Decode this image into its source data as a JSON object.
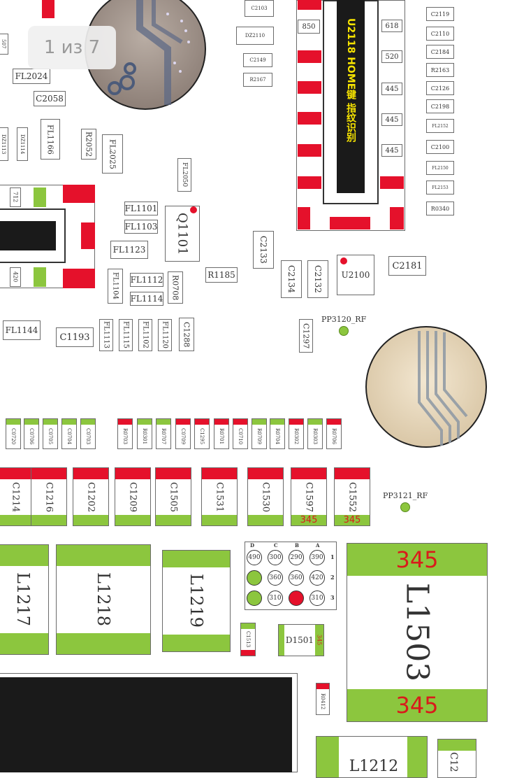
{
  "page_indicator": "1 из 7",
  "chip_u2118": {
    "label": "U2118  HOME键  指纹识别"
  },
  "u2118_pads_left": [
    "850"
  ],
  "u2118_pads_right": [
    "618",
    "520",
    "445",
    "445",
    "445"
  ],
  "top_left_partial": {
    "value": "507"
  },
  "labels": {
    "fl2024": "FL2024",
    "c2058": "C2058",
    "fl1166": "FL1166",
    "r2052": "R2052",
    "fl2025": "FL2025",
    "dz1113": "DZ1113",
    "dz1114": "DZ1114",
    "fl2050": "FL2050",
    "fl1101": "FL1101",
    "fl1103": "FL1103",
    "q1101": "Q1101",
    "fl1123": "FL1123",
    "fl1104": "FL1104",
    "fl1112": "FL1112",
    "fl1114": "FL1114",
    "r0708": "R0708",
    "r1185": "R1185",
    "c2133": "C2133",
    "c2134": "C2134",
    "c2132": "C2132",
    "u2100": "U2100",
    "c2181": "C2181",
    "fl1144": "FL1144",
    "c1193": "C1193",
    "fl1113": "FL1113",
    "fl1115": "FL1115",
    "fl1102": "FL1102",
    "fl1120": "FL1120",
    "c1288": "C1288",
    "c1297": "C1297",
    "c2103": "C2103",
    "dz2110": "DZ2110",
    "c2149": "C2149",
    "r2167": "R2167",
    "pad712": "712",
    "pad420": "420"
  },
  "right_column": [
    "C2119",
    "C2110",
    "C2184",
    "R2163",
    "C2126",
    "C2198",
    "FL2152",
    "C2100",
    "FL2150",
    "FL2153",
    "R0340"
  ],
  "test_points": {
    "pp3120": "PP3120_RF",
    "pp3121": "PP3121_RF"
  },
  "small_chips": [
    {
      "label": "C0720",
      "cap": "#8cc63e"
    },
    {
      "label": "C0706",
      "cap": "#8cc63e"
    },
    {
      "label": "C0705",
      "cap": "#8cc63e"
    },
    {
      "label": "C0704",
      "cap": "#8cc63e"
    },
    {
      "label": "C0703",
      "cap": "#8cc63e"
    },
    {
      "label": "R0703",
      "cap": "#e5112b"
    },
    {
      "label": "R0301",
      "cap": "#8cc63e"
    },
    {
      "label": "R0707",
      "cap": "#8cc63e"
    },
    {
      "label": "C0709",
      "cap": "#e5112b"
    },
    {
      "label": "C1295",
      "cap": "#e5112b"
    },
    {
      "label": "R0701",
      "cap": "#e5112b"
    },
    {
      "label": "C0710",
      "cap": "#e5112b"
    },
    {
      "label": "R0709",
      "cap": "#8cc63e"
    },
    {
      "label": "R0704",
      "cap": "#8cc63e"
    },
    {
      "label": "R0302",
      "cap": "#e5112b"
    },
    {
      "label": "R0303",
      "cap": "#8cc63e"
    },
    {
      "label": "R0706",
      "cap": "#e5112b"
    }
  ],
  "med_chips": [
    {
      "label": "C1214",
      "value": ""
    },
    {
      "label": "C1216",
      "value": ""
    },
    {
      "label": "C1202",
      "value": ""
    },
    {
      "label": "C1209",
      "value": ""
    },
    {
      "label": "C1505",
      "value": ""
    },
    {
      "label": "C1531",
      "value": ""
    },
    {
      "label": "C1530",
      "value": ""
    },
    {
      "label": "C1597",
      "value": "345"
    },
    {
      "label": "C1552",
      "value": "345"
    }
  ],
  "grid": {
    "cols": [
      "D",
      "C",
      "B",
      "A"
    ],
    "rows": [
      "1",
      "2",
      "3"
    ],
    "cells": [
      [
        "490",
        "300",
        "290",
        "390"
      ],
      [
        "",
        "360",
        "360",
        "420"
      ],
      [
        "",
        "310",
        "",
        "310"
      ]
    ]
  },
  "inductors": {
    "l1217": "L1217",
    "l1218": "L1218",
    "l1219": "L1219",
    "l1212": "L1212"
  },
  "l1503": {
    "label": "L1503",
    "value_top": "345",
    "value_bottom": "345"
  },
  "c1513": "C1513",
  "d1501": {
    "label": "D1501",
    "value": "345"
  },
  "r0412": "R0412",
  "bottom_right_partial": "C12"
}
